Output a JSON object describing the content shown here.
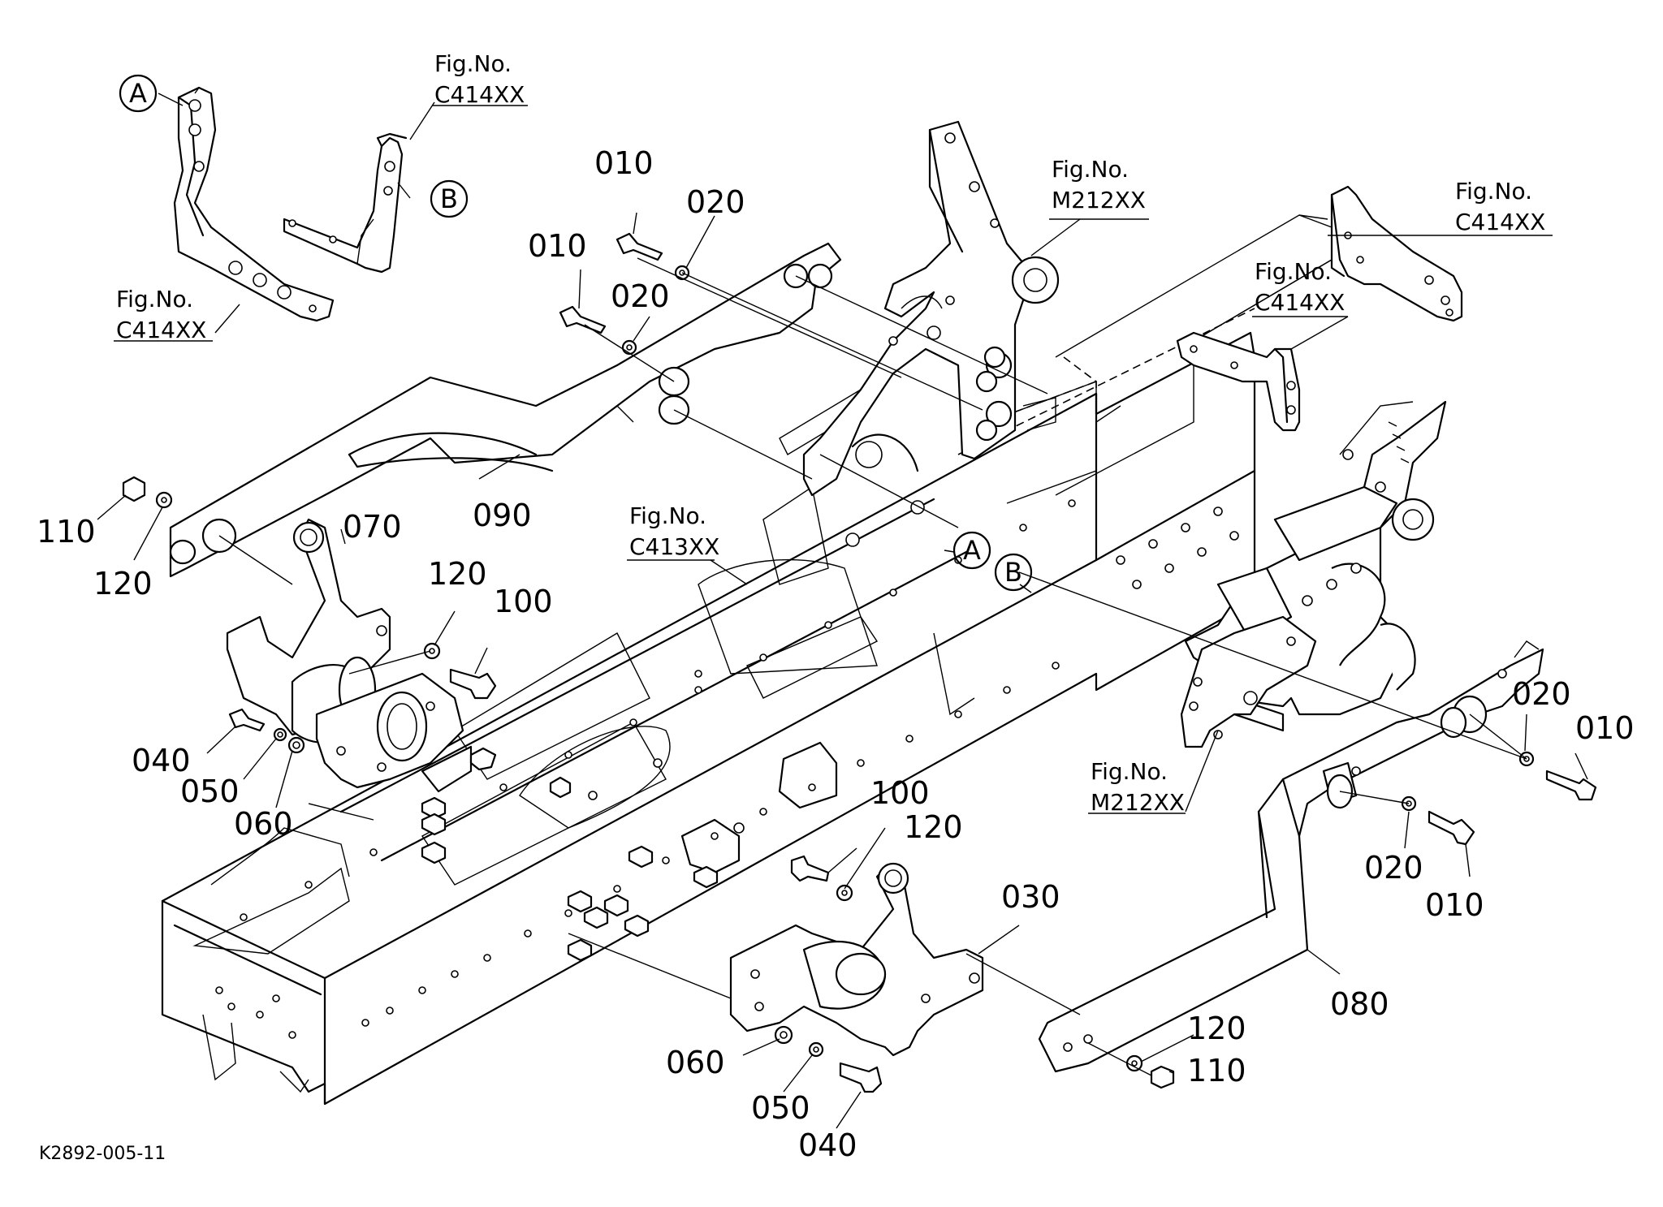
{
  "diagram": {
    "drawing_code": "K2892-005-11",
    "callout_circles": {
      "a": "A",
      "b": "B"
    },
    "figure_refs": {
      "prefix": "Fig.No.",
      "c414xx": "C414XX",
      "c413xx": "C413XX",
      "m212xx": "M212XX"
    },
    "part_numbers": {
      "p010": "010",
      "p020": "020",
      "p030": "030",
      "p040": "040",
      "p050": "050",
      "p060": "060",
      "p070": "070",
      "p080": "080",
      "p090": "090",
      "p100": "100",
      "p110": "110",
      "p120": "120"
    }
  }
}
